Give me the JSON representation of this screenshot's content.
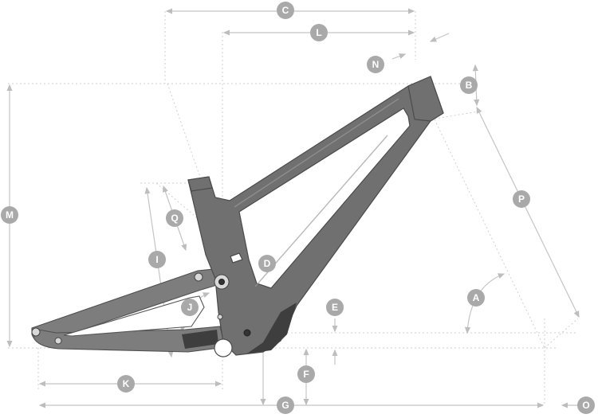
{
  "labels": {
    "A": "A",
    "B": "B",
    "C": "C",
    "D": "D",
    "E": "E",
    "F": "F",
    "G": "G",
    "I": "I",
    "J": "J",
    "K": "K",
    "L": "L",
    "M": "M",
    "N": "N",
    "O": "O",
    "P": "P",
    "Q": "Q"
  },
  "colors": {
    "frame": "#707070",
    "frame_outline": "#4b4b4b",
    "dimension_line": "#c4c4c4",
    "badge": "#a9a9a9",
    "badge_text": "#ffffff"
  }
}
